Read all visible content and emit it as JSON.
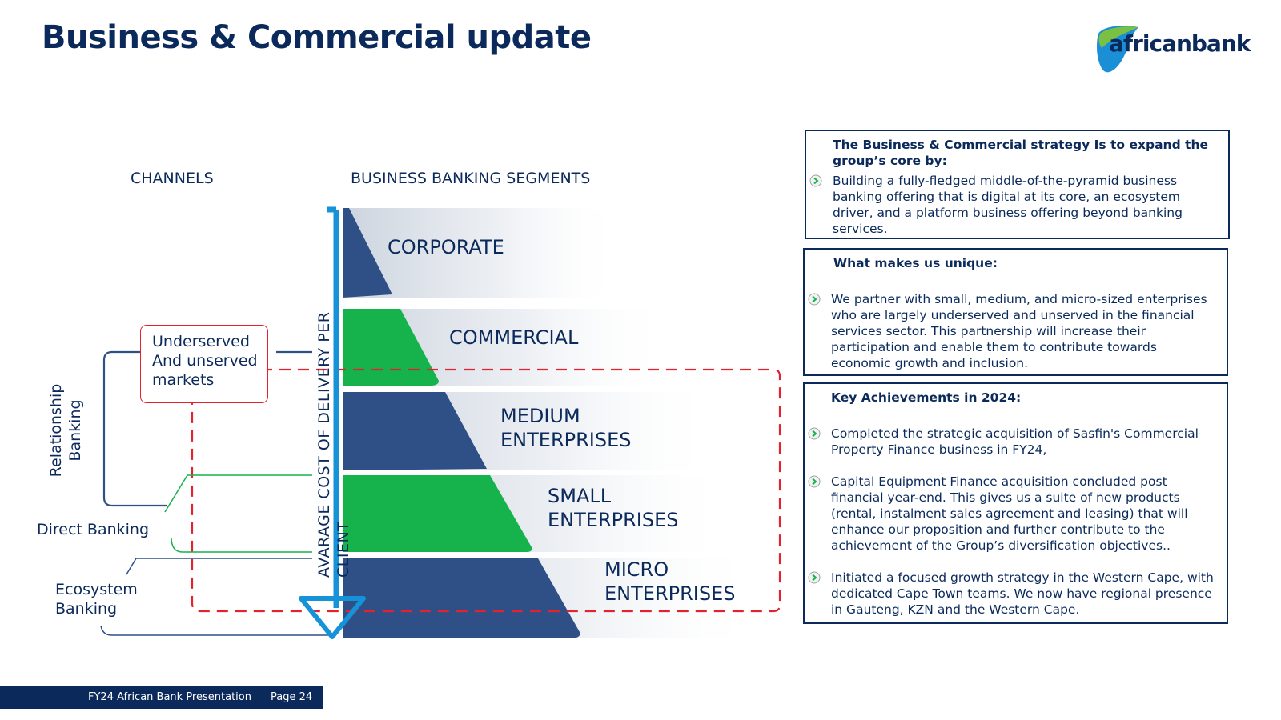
{
  "header": {
    "title": "Business & Commercial update"
  },
  "logo": {
    "text": "africanbank"
  },
  "diagram": {
    "channels_heading": "CHANNELS",
    "segments_heading": "BUSINESS BANKING SEGMENTS",
    "segments": [
      "CORPORATE",
      "COMMERCIAL",
      "MEDIUM\nENTERPRISES",
      "SMALL\nENTERPRISES",
      "MICRO\nENTERPRISES"
    ],
    "axis_label": "AVARAGE COST OF DELIVERY PER CLIENT",
    "underserved_label": "Underserved\nAnd unserved\nmarkets",
    "channels": {
      "relationship": "Relationship\nBanking",
      "direct": "Direct Banking",
      "ecosystem": "Ecosystem\nBanking"
    },
    "colors": {
      "navy": "#2f5087",
      "green": "#16b24b",
      "arrow": "#1592d8",
      "dash": "#e3222d"
    }
  },
  "panels": {
    "strategy": {
      "title": "The Business & Commercial strategy Is to expand the group’s core by:",
      "bullets": [
        "Building a fully-fledged middle-of-the-pyramid business banking offering that is digital at its core, an ecosystem driver, and a platform business offering beyond banking services."
      ]
    },
    "unique": {
      "title": "What makes us unique:",
      "bullets": [
        "We partner with small, medium, and micro-sized enterprises who are largely  underserved and unserved in the financial services sector.  This partnership will increase their participation and enable them to contribute towards economic growth and inclusion."
      ]
    },
    "achievements": {
      "title": "Key Achievements in 2024:",
      "bullets": [
        "Completed the strategic acquisition of Sasfin's Commercial Property Finance business in FY24,",
        "Capital Equipment Finance acquisition concluded post financial year-end.  This gives us a suite of new products (rental, instalment sales agreement and leasing) that will enhance our proposition and further contribute to the achievement of the Group’s diversification objectives..",
        "Initiated a focused growth strategy in the Western Cape, with dedicated Cape Town teams. We now have regional presence in Gauteng, KZN and the Western Cape."
      ]
    }
  },
  "footer": {
    "presentation": "FY24 African Bank Presentation",
    "page": "Page 24"
  }
}
